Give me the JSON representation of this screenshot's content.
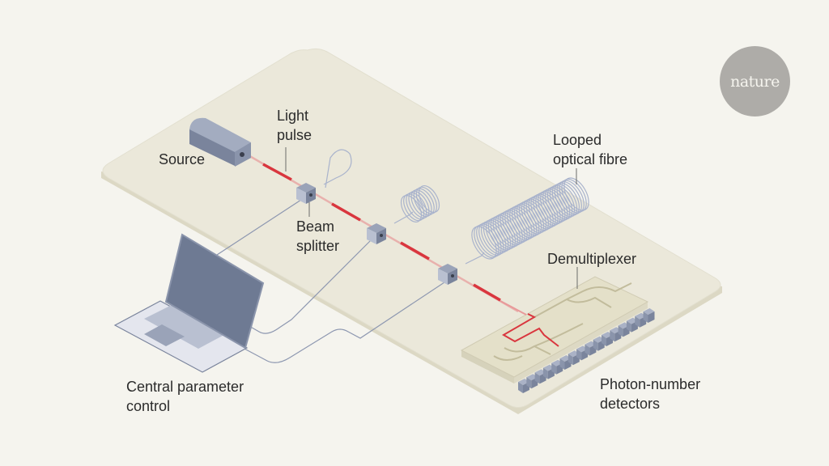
{
  "figure": {
    "title": "Optical setup with looped fibre delay lines, demultiplexer and photon-number detectors",
    "brand": "nature",
    "colors": {
      "background": "#f5f4ee",
      "platform": "#ebe8da",
      "platform_edge": "#dcd8c4",
      "device": "#9aa3b8",
      "device_dark": "#7a849c",
      "laser": "#d9363e",
      "fibre": "#a9b3cc",
      "logo_bg": "#aeaca8"
    }
  },
  "labels": {
    "source": "Source",
    "light_pulse": [
      "Light",
      "pulse"
    ],
    "beam_splitter": [
      "Beam",
      "splitter"
    ],
    "looped_fibre": [
      "Looped",
      "optical fibre"
    ],
    "demultiplexer": "Demultiplexer",
    "detectors": [
      "Photon-number",
      "detectors"
    ],
    "control": [
      "Central parameter",
      "control"
    ]
  },
  "components": {
    "beam_splitters": 3,
    "fibre_loops": 3,
    "detectors": 16
  }
}
